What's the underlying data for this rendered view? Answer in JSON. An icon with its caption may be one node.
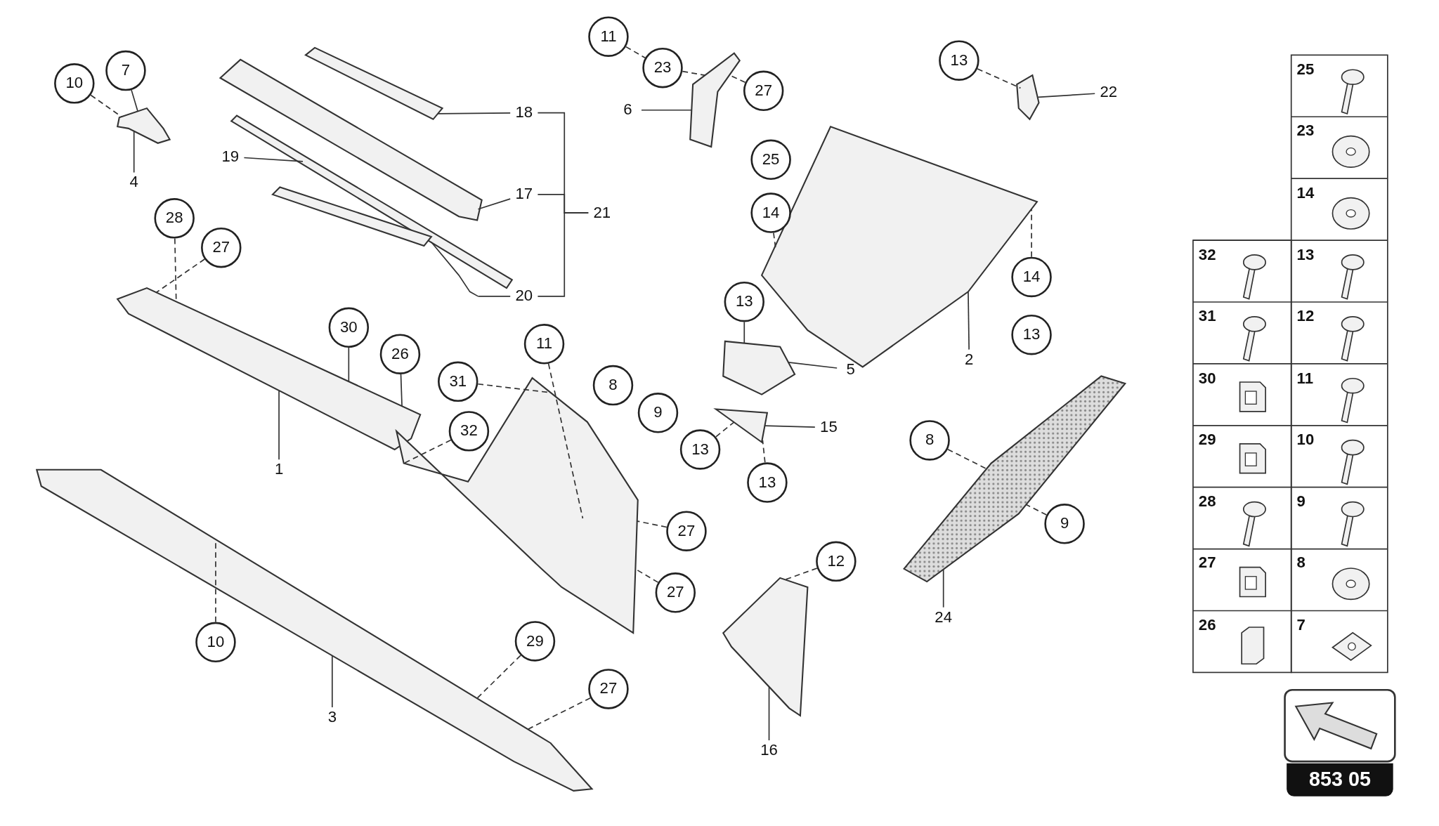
{
  "diagram": {
    "nodes": [
      {
        "text": [
          "11"
        ]
      },
      {
        "text": [
          "13"
        ]
      },
      {
        "text": [
          "7"
        ]
      },
      {
        "text": [
          "23"
        ]
      },
      {
        "text": [
          "10"
        ]
      },
      {
        "text": [
          "27"
        ]
      },
      {
        "text": [
          "22"
        ]
      },
      {
        "text": [
          "6"
        ]
      },
      {
        "text": [
          "18"
        ]
      },
      {
        "text": [
          "19"
        ]
      },
      {
        "text": [
          "4"
        ]
      },
      {
        "text": [
          "17"
        ]
      },
      {
        "text": [
          "21"
        ]
      },
      {
        "text": [
          "14"
        ]
      },
      {
        "text": [
          "28"
        ]
      },
      {
        "text": [
          "27"
        ]
      },
      {
        "text": [
          "14"
        ]
      },
      {
        "text": [
          "20"
        ]
      },
      {
        "text": [
          "13"
        ]
      },
      {
        "text": [
          "30"
        ]
      },
      {
        "text": [
          "11"
        ]
      },
      {
        "text": [
          "26"
        ]
      },
      {
        "text": [
          "2"
        ]
      },
      {
        "text": [
          "5"
        ]
      },
      {
        "text": [
          "31"
        ]
      },
      {
        "text": [
          "15"
        ]
      },
      {
        "text": [
          "32"
        ]
      },
      {
        "text": [
          "8"
        ]
      },
      {
        "text": [
          "13"
        ]
      },
      {
        "text": [
          "1"
        ]
      },
      {
        "text": [
          "13"
        ]
      },
      {
        "text": [
          "9"
        ]
      },
      {
        "text": [
          "27"
        ]
      },
      {
        "text": [
          "12"
        ]
      },
      {
        "text": [
          "27"
        ]
      },
      {
        "text": [
          "24"
        ]
      },
      {
        "text": [
          "29"
        ]
      },
      {
        "text": [
          "10"
        ]
      },
      {
        "text": [
          "27"
        ]
      },
      {
        "text": [
          "3"
        ]
      },
      {
        "text": [
          "16"
        ]
      },
      {
        "text": [
          "25"
        ]
      },
      {
        "text": [
          "13"
        ]
      },
      {
        "text": [
          "8"
        ]
      },
      {
        "text": [
          "9"
        ]
      },
      {
        "text": [],
        "shape": "picture"
      },
      {
        "text": [],
        "shape": "picture"
      },
      {
        "text": [],
        "shape": "picture"
      },
      {
        "text": [],
        "shape": "picture"
      },
      {
        "text": [],
        "shape": "picture"
      },
      {
        "text": [],
        "shape": "picture"
      },
      {
        "text": [],
        "shape": "picture"
      },
      {
        "text": [],
        "shape": "picture"
      },
      {
        "text": [],
        "shape": "picture"
      },
      {
        "text": [],
        "shape": "picture"
      },
      {
        "text": [],
        "shape": "picture"
      },
      {
        "text": [],
        "shape": "picture"
      },
      {
        "text": [],
        "shape": "picture"
      },
      {
        "text": [],
        "shape": "picture"
      },
      {
        "text": [],
        "shape": "picture"
      }
    ],
    "edges": [
      {
        "from": 0,
        "to": 3,
        "arrow": "none",
        "style": "dashed"
      },
      {
        "from": 1,
        "to": 51,
        "arrow": "none",
        "style": "dashed"
      },
      {
        "from": 2,
        "to": 45,
        "arrow": "none"
      },
      {
        "from": 3,
        "to": 50,
        "arrow": "none",
        "style": "dashed"
      },
      {
        "from": 4,
        "to": 45,
        "arrow": "none",
        "style": "dashed"
      },
      {
        "from": 5,
        "to": 50,
        "arrow": "none",
        "style": "dashed"
      },
      {
        "from": 6,
        "to": 51,
        "arrow": "none"
      },
      {
        "from": 7,
        "to": 50,
        "arrow": "none"
      },
      {
        "from": 8,
        "to": 46,
        "arrow": "none"
      },
      {
        "from": 9,
        "to": 48,
        "arrow": "none"
      },
      {
        "from": 10,
        "to": 45,
        "arrow": "none"
      },
      {
        "from": 11,
        "to": 47,
        "arrow": "none"
      },
      {
        "from": 12,
        "to": 8,
        "arrow": "none"
      },
      {
        "from": 12,
        "to": 11,
        "arrow": "none"
      },
      {
        "from": 12,
        "to": 17,
        "arrow": "none"
      },
      {
        "from": 13,
        "to": 52,
        "arrow": "none",
        "style": "dashed"
      },
      {
        "from": 14,
        "to": 54,
        "arrow": "none",
        "style": "dashed"
      },
      {
        "from": 15,
        "to": 54,
        "arrow": "none",
        "style": "dashed"
      },
      {
        "from": 16,
        "to": 52,
        "arrow": "none",
        "style": "dashed"
      },
      {
        "from": 17,
        "to": 49,
        "arrow": "none"
      },
      {
        "from": 18,
        "to": 53,
        "arrow": "none"
      },
      {
        "from": 19,
        "to": 54,
        "arrow": "none"
      },
      {
        "from": 20,
        "to": 55,
        "arrow": "none",
        "style": "dashed"
      },
      {
        "from": 21,
        "to": 54,
        "arrow": "none"
      },
      {
        "from": 22,
        "to": 52,
        "arrow": "none"
      },
      {
        "from": 23,
        "to": 53,
        "arrow": "none"
      },
      {
        "from": 24,
        "to": 55,
        "arrow": "none",
        "style": "dashed"
      },
      {
        "from": 25,
        "to": 56,
        "arrow": "none"
      },
      {
        "from": 26,
        "to": 55,
        "arrow": "none",
        "style": "dashed"
      },
      {
        "from": 27,
        "to": 57,
        "arrow": "none",
        "style": "dashed"
      },
      {
        "from": 28,
        "to": 56,
        "arrow": "none",
        "style": "dashed"
      },
      {
        "from": 29,
        "to": 54,
        "arrow": "none"
      },
      {
        "from": 30,
        "to": 56,
        "arrow": "none",
        "style": "dashed"
      },
      {
        "from": 31,
        "to": 57,
        "arrow": "none",
        "style": "dashed"
      },
      {
        "from": 32,
        "to": 55,
        "arrow": "none",
        "style": "dashed"
      },
      {
        "from": 33,
        "to": 59,
        "arrow": "none",
        "style": "dashed"
      },
      {
        "from": 34,
        "to": 55,
        "arrow": "none",
        "style": "dashed"
      },
      {
        "from": 35,
        "to": 57,
        "arrow": "none"
      },
      {
        "from": 36,
        "to": 58,
        "arrow": "none",
        "style": "dashed"
      },
      {
        "from": 37,
        "to": 58,
        "arrow": "none",
        "style": "dashed"
      },
      {
        "from": 38,
        "to": 58,
        "arrow": "none",
        "style": "dashed"
      },
      {
        "from": 39,
        "to": 58,
        "arrow": "none"
      },
      {
        "from": 40,
        "to": 59,
        "arrow": "none"
      }
    ],
    "labels": [
      "25",
      "23",
      "14",
      "32",
      "13",
      "31",
      "12",
      "30",
      "11",
      "29",
      "10",
      "28",
      "9",
      "27",
      "8",
      "26",
      "7",
      "853 05"
    ]
  }
}
